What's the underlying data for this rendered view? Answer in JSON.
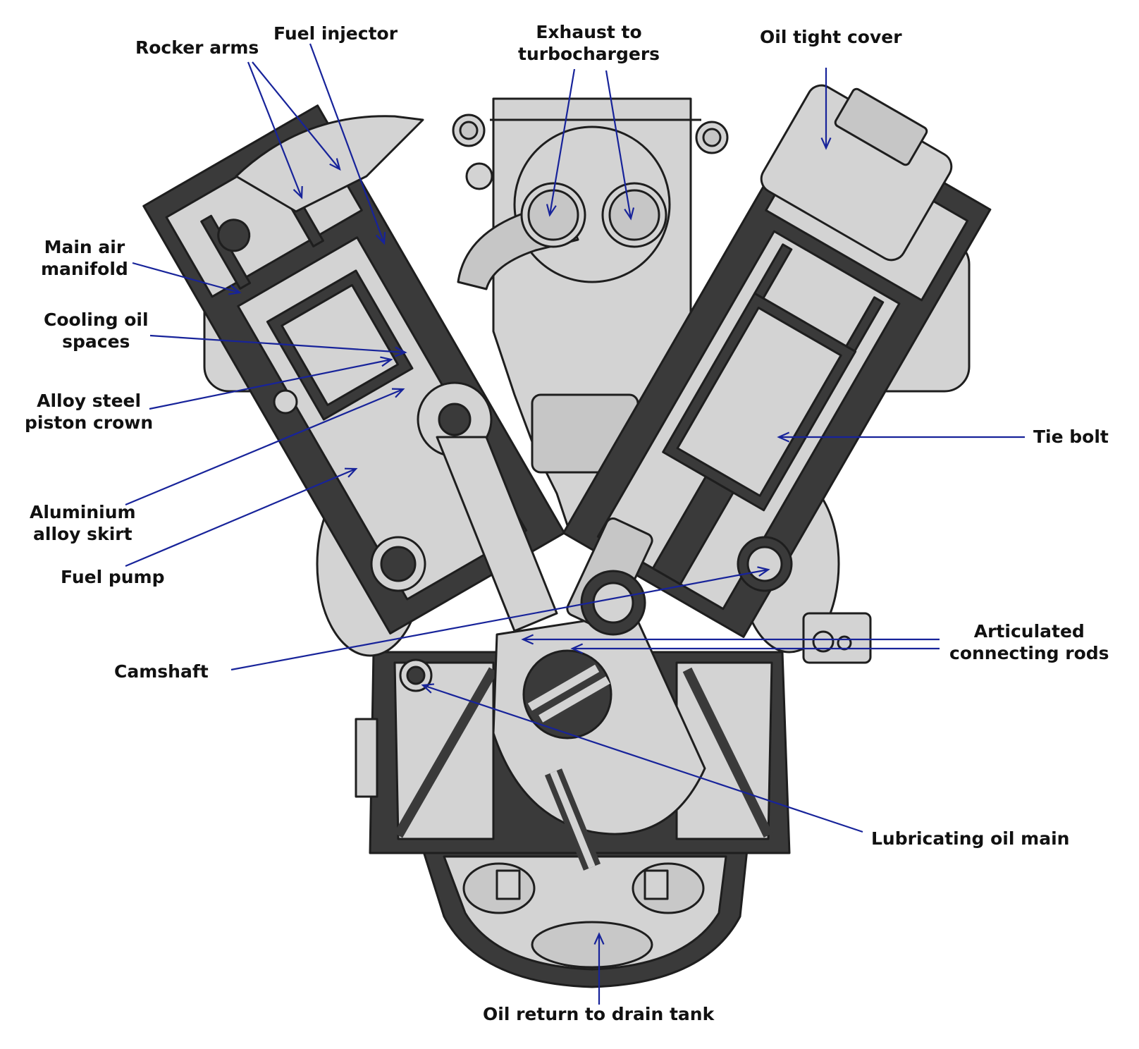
{
  "colors": {
    "background": "#ffffff",
    "casting": "#d3d3d3",
    "section": "#3a3a3a",
    "outline": "#1e1e1e",
    "leader": "#17239a"
  },
  "labels": {
    "rocker_arms": "Rocker arms",
    "fuel_injector": "Fuel injector",
    "exhaust_to_turbochargers": "Exhaust to\nturbochargers",
    "oil_tight_cover": "Oil tight cover",
    "main_air_manifold": "Main air\nmanifold",
    "cooling_oil_spaces": "Cooling oil\nspaces",
    "alloy_steel_piston_crown": "Alloy steel\npiston crown",
    "aluminium_alloy_skirt": "Aluminium\nalloy skirt",
    "fuel_pump": "Fuel pump",
    "camshaft": "Camshaft",
    "tie_bolt": "Tie bolt",
    "articulated_connecting_rods": "Articulated\nconnecting rods",
    "lubricating_oil_main": "Lubricating oil main",
    "oil_return_to_drain_tank": "Oil return to drain tank"
  }
}
